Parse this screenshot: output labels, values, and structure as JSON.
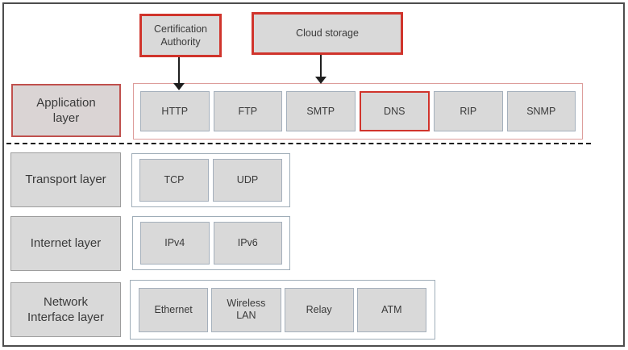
{
  "external_entities": [
    {
      "id": "certification-authority",
      "label": "Certification\nAuthority",
      "connects_to": "HTTP"
    },
    {
      "id": "cloud-storage",
      "label": "Cloud storage",
      "connects_to": "SMTP"
    }
  ],
  "layers": [
    {
      "name": "Application\nlayer",
      "protocols": [
        "HTTP",
        "FTP",
        "SMTP",
        "DNS",
        "RIP",
        "SNMP"
      ],
      "highlighted_protocol": "DNS"
    },
    {
      "name": "Transport layer",
      "protocols": [
        "TCP",
        "UDP"
      ]
    },
    {
      "name": "Internet layer",
      "protocols": [
        "IPv4",
        "IPv6"
      ]
    },
    {
      "name": "Network\nInterface layer",
      "protocols": [
        "Ethernet",
        "Wireless\nLAN",
        "Relay",
        "ATM"
      ]
    }
  ],
  "colors": {
    "highlight_red": "#d0342c",
    "app_label_border": "#c0504d",
    "app_container_border": "#dd9d9b",
    "box_fill": "#d9d9d9",
    "box_border": "#a5b0bc",
    "container_border": "#9fadb8",
    "label_border": "#9d9d9d",
    "frame_border": "#4d4d4d",
    "text": "#3a3a3a",
    "arrow": "#1f1f1f"
  }
}
